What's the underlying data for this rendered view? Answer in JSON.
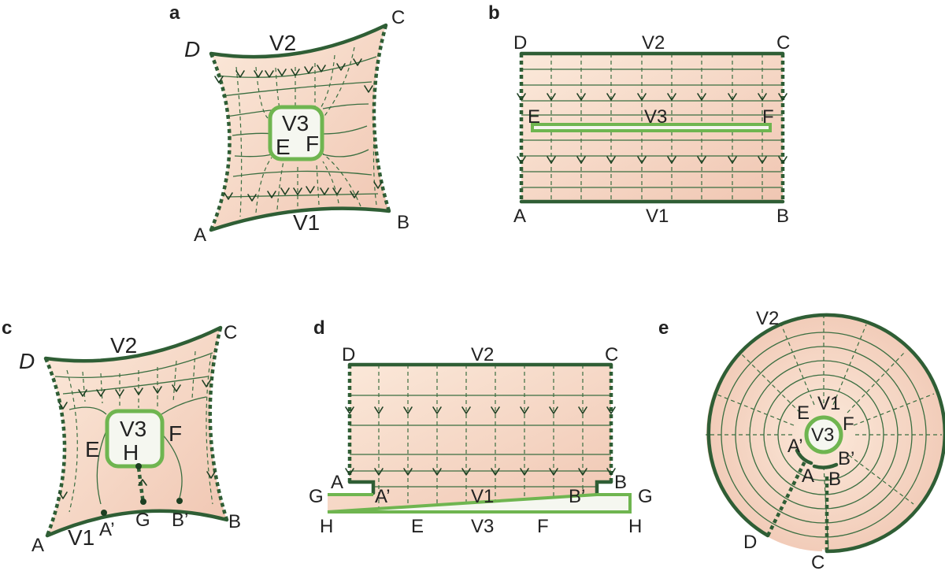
{
  "panels": {
    "a": {
      "letter": "a",
      "vertices": {
        "A": "A",
        "B": "B",
        "C": "C",
        "D": "D"
      },
      "top_label": "V2",
      "bottom_label": "V1",
      "hole_label": "V3",
      "hole_left": "E",
      "hole_right": "F"
    },
    "b": {
      "letter": "b",
      "vertices": {
        "A": "A",
        "B": "B",
        "C": "C",
        "D": "D"
      },
      "top_label": "V2",
      "bottom_label": "V1",
      "slit_label": "V3",
      "slit_left": "E",
      "slit_right": "F"
    },
    "c": {
      "letter": "c",
      "vertices": {
        "A": "A",
        "B": "B",
        "C": "C",
        "D": "D"
      },
      "top_label": "V2",
      "bottom_label": "V1",
      "hole_label": "V3",
      "hole_left": "E",
      "hole_right": "F",
      "hole_bottom": "H",
      "points": {
        "A_prime": "A’",
        "G": "G",
        "B_prime": "B’"
      }
    },
    "d": {
      "letter": "d",
      "vertices": {
        "A": "A",
        "B": "B",
        "C": "C",
        "D": "D"
      },
      "top_label": "V2",
      "middle_label": "V1",
      "bottom_label": "V3",
      "points": {
        "A_prime": "A’",
        "B_prime": "B’",
        "G_left": "G",
        "G_right": "G",
        "H_left": "H",
        "H_right": "H",
        "E": "E",
        "F": "F"
      }
    },
    "e": {
      "letter": "e",
      "outer_label": "V2",
      "inner_label": "V1",
      "hole_label": "V3",
      "points": {
        "A": "A",
        "B": "B",
        "C": "C",
        "D": "D",
        "E": "E",
        "F": "F",
        "A_prime": "A’",
        "B_prime": "B’"
      }
    }
  },
  "colors": {
    "fill_light": "#fbe8d8",
    "fill_dark": "#f0c8b4",
    "edge": "#2f5e35",
    "grid": "#3a6e40",
    "hole_stroke": "#6fb550"
  }
}
